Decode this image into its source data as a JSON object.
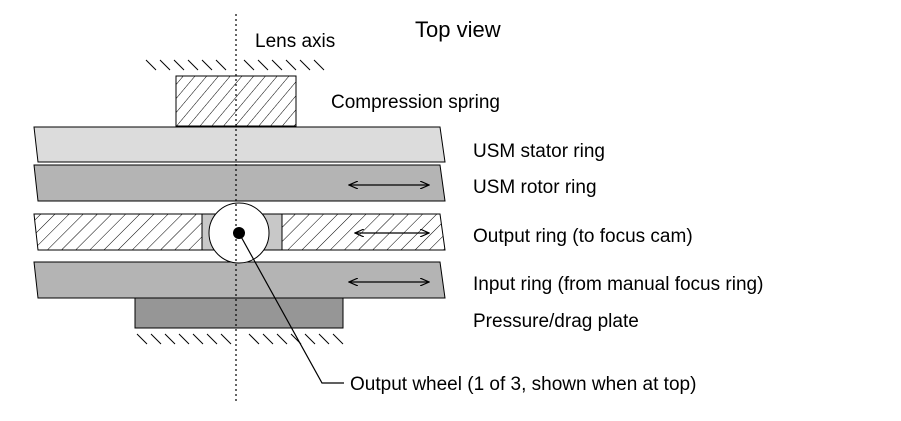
{
  "diagram": {
    "title": "Top view",
    "labels": {
      "lens_axis": "Lens axis",
      "compression_spring": "Compression spring",
      "stator": "USM stator ring",
      "rotor": "USM rotor ring",
      "output_ring": "Output ring (to focus cam)",
      "input_ring": "Input ring (from manual focus ring)",
      "pressure_plate": "Pressure/drag plate",
      "output_wheel": "Output wheel (1 of 3, shown when at top)"
    },
    "colors": {
      "stator_fill": "#dcdcdc",
      "rotor_fill": "#b4b4b4",
      "input_fill": "#b4b4b4",
      "plate_fill": "#969696",
      "wheel_fill": "#ffffff",
      "gap_fill": "#c8c8c8",
      "line": "#000000"
    }
  }
}
